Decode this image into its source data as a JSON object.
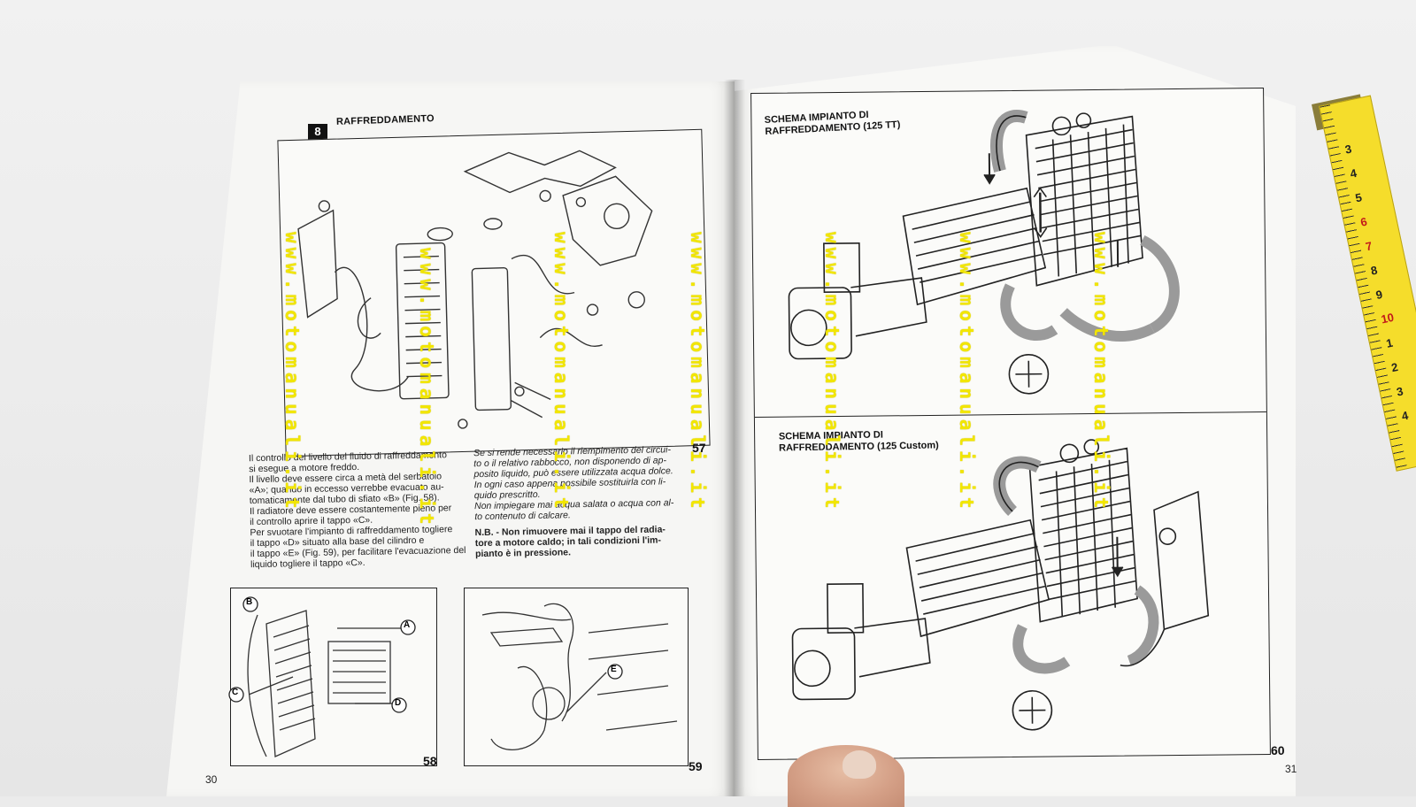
{
  "left_page": {
    "section_number": "8",
    "section_title": "RAFFREDDAMENTO",
    "figure_57": "57",
    "figure_58": "58",
    "figure_59": "59",
    "page_number": "30",
    "text_col1": [
      "Il controllo del livello del fluido di raffreddamento",
      "si esegue a motore freddo.",
      "Il livello deve essere circa a metà del serbatoio",
      "«A»; quando in eccesso verrebbe evacuato au-",
      "tomaticamente dal tubo di sfiato «B» (Fig. 58).",
      "Il radiatore deve essere costantemente pieno per",
      "il controllo aprire il tappo «C».",
      "Per svuotare l'impianto di raffreddamento togliere",
      "il tappo «D» situato alla base del cilindro e",
      "il tappo «E» (Fig. 59), per facilitare l'evacuazione del",
      "liquido togliere il tappo «C»."
    ],
    "text_col2": [
      "Se si rende necessario il riempimento del circui-",
      "to o il relativo rabbocco, non disponendo di ap-",
      "posito liquido, può essere utilizzata acqua dolce.",
      "In ogni caso appena possibile sostituirla con li-",
      "quido prescritto.",
      "Non impiegare mai acqua salata o acqua con al-",
      "to contenuto di calcare."
    ],
    "note": [
      "N.B. - Non rimuovere mai il tappo del radia-",
      "tore a motore caldo; in tali condizioni l'im-",
      "pianto è in pressione."
    ],
    "callouts_58": [
      "B",
      "A",
      "C",
      "D"
    ],
    "callouts_59": [
      "E"
    ]
  },
  "right_page": {
    "schema_tt_line1": "SCHEMA IMPIANTO DI",
    "schema_tt_line2": "RAFFREDDAMENTO (125 TT)",
    "schema_custom_line1": "SCHEMA IMPIANTO DI",
    "schema_custom_line2": "RAFFREDDAMENTO (125 Custom)",
    "figure_60": "60",
    "page_number": "31"
  },
  "watermark_text": "www.motomanuali.it",
  "tape_numbers": [
    "3",
    "4",
    "5",
    "6",
    "7",
    "8",
    "9",
    "10",
    "1",
    "2",
    "3",
    "4"
  ],
  "colors": {
    "watermark": "#f2e600",
    "tape": "#f5dd2b",
    "paper": "#f6f6f4",
    "ink": "#222222"
  }
}
